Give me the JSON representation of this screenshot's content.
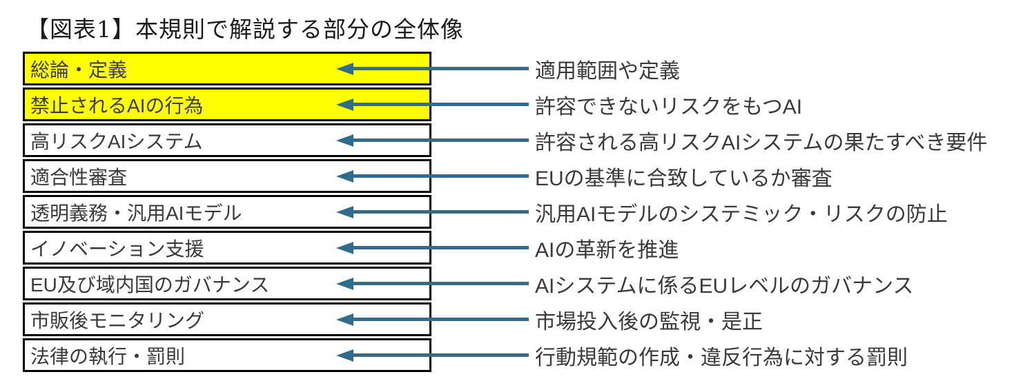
{
  "title": "【図表1】本規則で解説する部分の全体像",
  "colors": {
    "highlight": "#ffff00",
    "arrow": "#2e6d8e",
    "border": "#000000",
    "text": "#3a3a3a"
  },
  "rows": [
    {
      "label": "総論・定義",
      "description": "適用範囲や定義",
      "highlighted": true
    },
    {
      "label": "禁止されるAIの行為",
      "description": "許容できないリスクをもつAI",
      "highlighted": true
    },
    {
      "label": "高リスクAIシステム",
      "description": "許容される高リスクAIシステムの果たすべき要件",
      "highlighted": false
    },
    {
      "label": "適合性審査",
      "description": "EUの基準に合致しているか審査",
      "highlighted": false
    },
    {
      "label": "透明義務・汎用AIモデル",
      "description": "汎用AIモデルのシステミック・リスクの防止",
      "highlighted": false
    },
    {
      "label": "イノベーション支援",
      "description": "AIの革新を推進",
      "highlighted": false
    },
    {
      "label": "EU及び域内国のガバナンス",
      "description": "AIシステムに係るEUレベルのガバナンス",
      "highlighted": false
    },
    {
      "label": "市販後モニタリング",
      "description": "市場投入後の監視・是正",
      "highlighted": false
    },
    {
      "label": "法律の執行・罰則",
      "description": "行動規範の作成・違反行為に対する罰則",
      "highlighted": false
    }
  ]
}
